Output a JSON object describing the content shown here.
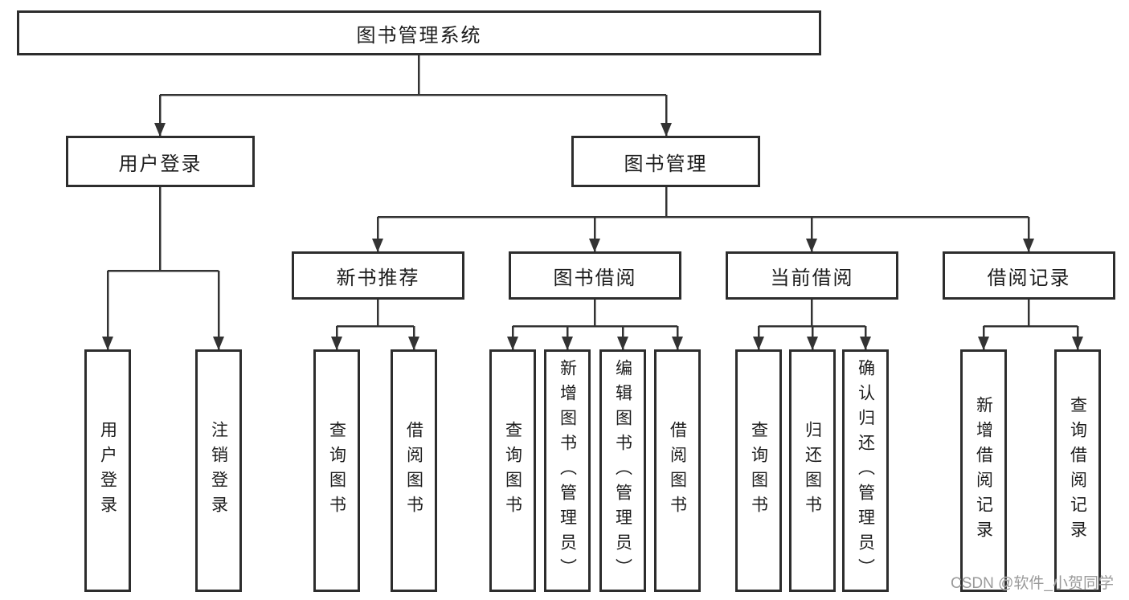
{
  "tree": {
    "root": {
      "label": "图书管理系统"
    },
    "branches": [
      {
        "label": "用户登录",
        "children": [
          {
            "label": "用户登录"
          },
          {
            "label": "注销登录"
          }
        ]
      },
      {
        "label": "图书管理",
        "children": [
          {
            "label": "新书推荐",
            "children": [
              {
                "label": "查询图书"
              },
              {
                "label": "借阅图书"
              }
            ]
          },
          {
            "label": "图书借阅",
            "children": [
              {
                "label": "查询图书"
              },
              {
                "label": "新增图书（管理员）"
              },
              {
                "label": "编辑图书（管理员）"
              },
              {
                "label": "借阅图书"
              }
            ]
          },
          {
            "label": "当前借阅",
            "children": [
              {
                "label": "查询图书"
              },
              {
                "label": "归还图书"
              },
              {
                "label": "确认归还（管理员）"
              }
            ]
          },
          {
            "label": "借阅记录",
            "children": [
              {
                "label": "新增借阅记录"
              },
              {
                "label": "查询借阅记录"
              }
            ]
          }
        ]
      }
    ]
  },
  "watermark": {
    "text": "CSDN @软件_小贺同学"
  },
  "colors": {
    "line": "#333333",
    "box_border": "#2d2d2d",
    "text": "#1c1c1c",
    "background": "#ffffff",
    "watermark": "#9a9a9a"
  }
}
